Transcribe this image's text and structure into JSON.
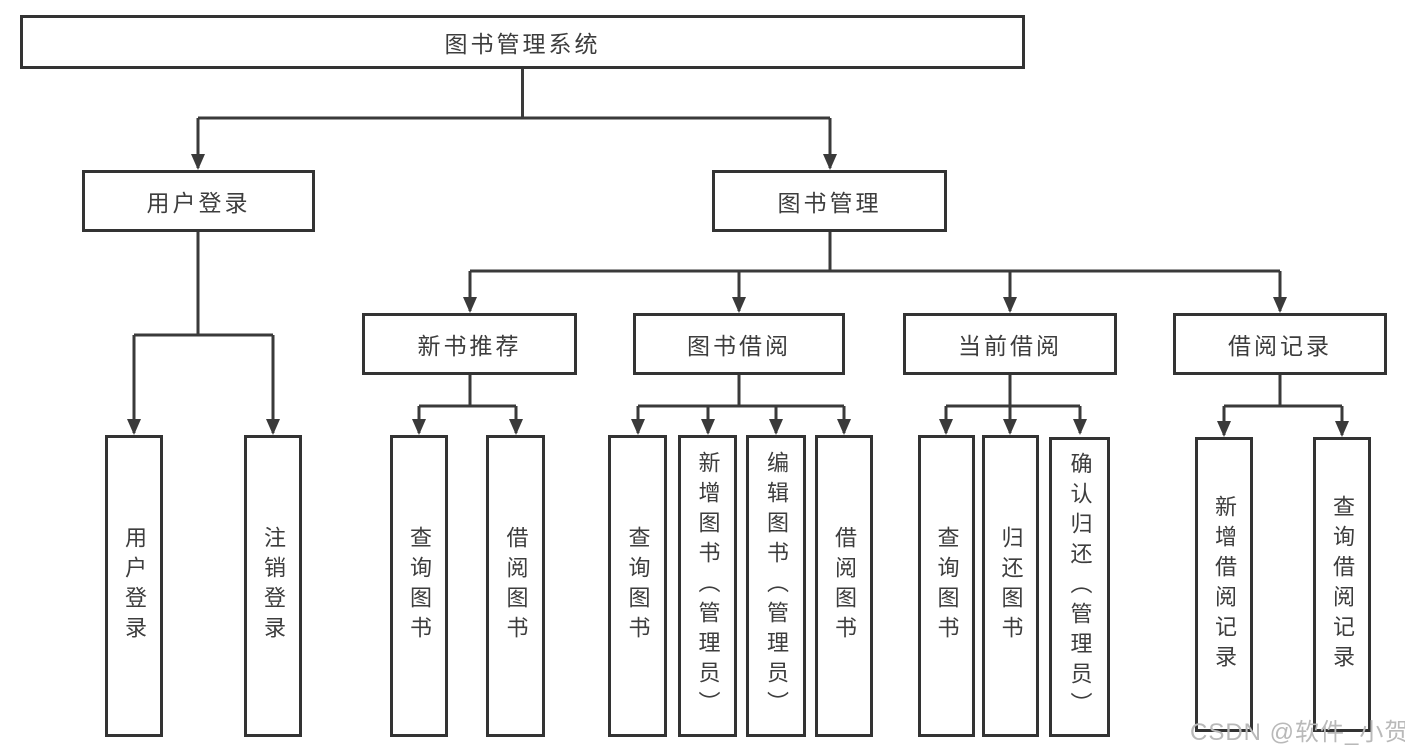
{
  "diagram": {
    "root": {
      "label": "图书管理系统"
    },
    "level2": [
      {
        "label": "用户登录"
      },
      {
        "label": "图书管理"
      }
    ],
    "level3": [
      {
        "label": "新书推荐",
        "parent": "图书管理"
      },
      {
        "label": "图书借阅",
        "parent": "图书管理"
      },
      {
        "label": "当前借阅",
        "parent": "图书管理"
      },
      {
        "label": "借阅记录",
        "parent": "图书管理"
      }
    ],
    "leaves": [
      {
        "label": "用户登录",
        "parent": "用户登录"
      },
      {
        "label": "注销登录",
        "parent": "用户登录"
      },
      {
        "label": "查询图书",
        "parent": "新书推荐"
      },
      {
        "label": "借阅图书",
        "parent": "新书推荐"
      },
      {
        "label": "查询图书",
        "parent": "图书借阅"
      },
      {
        "label": "新增图书（管理员）",
        "parent": "图书借阅"
      },
      {
        "label": "编辑图书（管理员）",
        "parent": "图书借阅"
      },
      {
        "label": "借阅图书",
        "parent": "图书借阅"
      },
      {
        "label": "查询图书",
        "parent": "当前借阅"
      },
      {
        "label": "归还图书",
        "parent": "当前借阅"
      },
      {
        "label": "确认归还（管理员）",
        "parent": "当前借阅"
      },
      {
        "label": "新增借阅记录",
        "parent": "借阅记录"
      },
      {
        "label": "查询借阅记录",
        "parent": "借阅记录"
      }
    ],
    "watermark": "CSDN @软件_小贺同学",
    "colors": {
      "line": "#3a3a3a",
      "box_border": "#333333",
      "box_fill": "#ffffff",
      "text": "#3d3d3d",
      "watermark": "#b9b9b9"
    }
  }
}
